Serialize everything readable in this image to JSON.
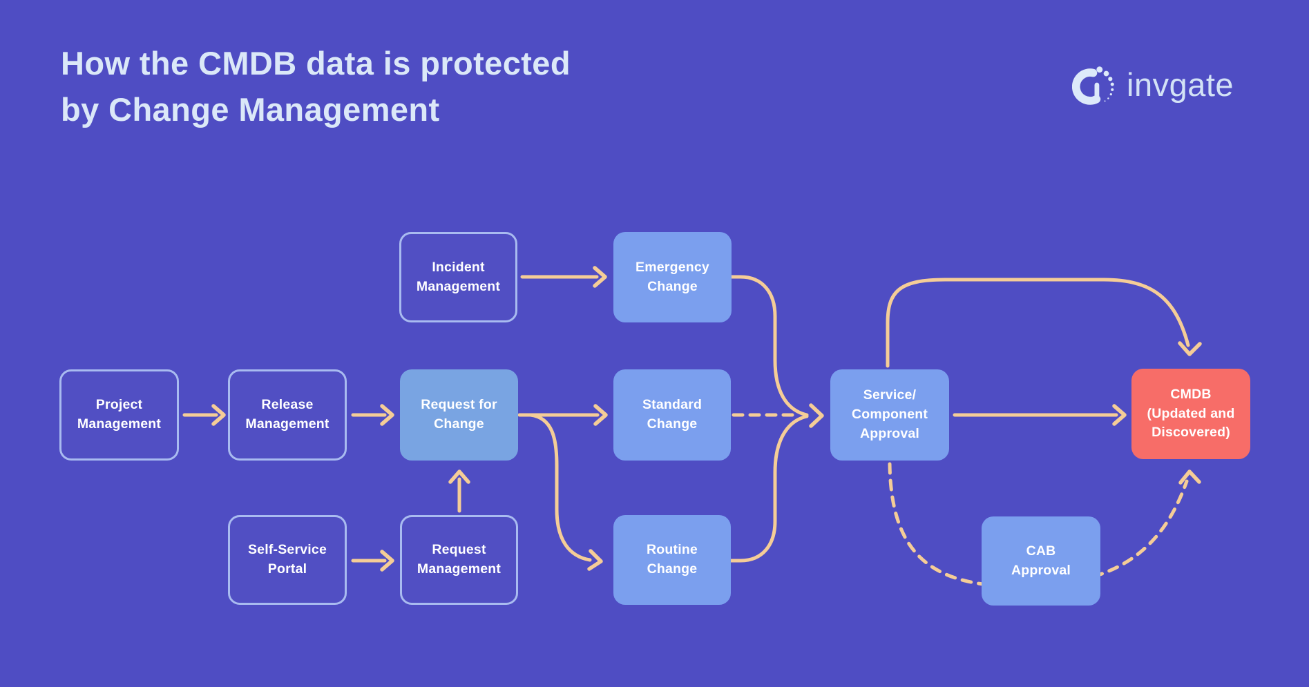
{
  "page": {
    "title": "How the CMDB data is protected\nby Change Management"
  },
  "logo": {
    "brand": "invgate"
  },
  "colors": {
    "background": "#4f4dc3",
    "title_text": "#dbe8f8",
    "logo_text": "#d3e2f6",
    "outlined_box_border": "#a9bbf0",
    "filled_box_blue": "#7b9fee",
    "filled_box_steel_blue": "#79a4e2",
    "cmdb_box_red": "#f76d68",
    "arrow": "#f5cd97",
    "box_text": "#ffffff"
  },
  "nodes": [
    {
      "id": "incident-management",
      "label": "Incident\nManagement",
      "style": "outlined"
    },
    {
      "id": "emergency-change",
      "label": "Emergency\nChange",
      "style": "filled"
    },
    {
      "id": "project-management",
      "label": "Project\nManagement",
      "style": "outlined"
    },
    {
      "id": "release-management",
      "label": "Release\nManagement",
      "style": "outlined"
    },
    {
      "id": "request-for-change",
      "label": "Request for\nChange",
      "style": "filled-steel"
    },
    {
      "id": "standard-change",
      "label": "Standard\nChange",
      "style": "filled"
    },
    {
      "id": "service-component-approval",
      "label": "Service/\nComponent\nApproval",
      "style": "filled"
    },
    {
      "id": "cmdb",
      "label": "CMDB\n(Updated and\nDiscovered)",
      "style": "highlight-red"
    },
    {
      "id": "self-service-portal",
      "label": "Self-Service\nPortal",
      "style": "outlined"
    },
    {
      "id": "request-management",
      "label": "Request\nManagement",
      "style": "outlined"
    },
    {
      "id": "routine-change",
      "label": "Routine\nChange",
      "style": "filled"
    },
    {
      "id": "cab-approval",
      "label": "CAB\nApproval",
      "style": "filled"
    }
  ],
  "connectors": [
    {
      "from": "incident-management",
      "to": "emergency-change",
      "line": "solid",
      "route": "direct"
    },
    {
      "from": "project-management",
      "to": "release-management",
      "line": "solid",
      "route": "direct"
    },
    {
      "from": "release-management",
      "to": "request-for-change",
      "line": "solid",
      "route": "direct"
    },
    {
      "from": "self-service-portal",
      "to": "request-management",
      "line": "solid",
      "route": "direct"
    },
    {
      "from": "request-management",
      "to": "request-for-change",
      "line": "solid",
      "route": "up"
    },
    {
      "from": "request-for-change",
      "to": "standard-change",
      "line": "solid",
      "route": "direct"
    },
    {
      "from": "request-for-change",
      "to": "routine-change",
      "line": "solid",
      "route": "curve-down"
    },
    {
      "from": "standard-change",
      "to": "service-component-approval",
      "line": "dashed",
      "route": "direct"
    },
    {
      "from": "emergency-change",
      "to": "service-component-approval",
      "line": "solid",
      "route": "curve-down-merge"
    },
    {
      "from": "routine-change",
      "to": "service-component-approval",
      "line": "solid",
      "route": "curve-up-merge"
    },
    {
      "from": "service-component-approval",
      "to": "cmdb",
      "line": "solid",
      "route": "direct"
    },
    {
      "from": "service-component-approval",
      "to": "cmdb",
      "line": "solid",
      "route": "top-bypass-curve"
    },
    {
      "from": "service-component-approval",
      "to": "cab-approval",
      "line": "dashed",
      "route": "curve-down"
    },
    {
      "from": "cab-approval",
      "to": "cmdb",
      "line": "dashed",
      "route": "curve-up"
    }
  ]
}
